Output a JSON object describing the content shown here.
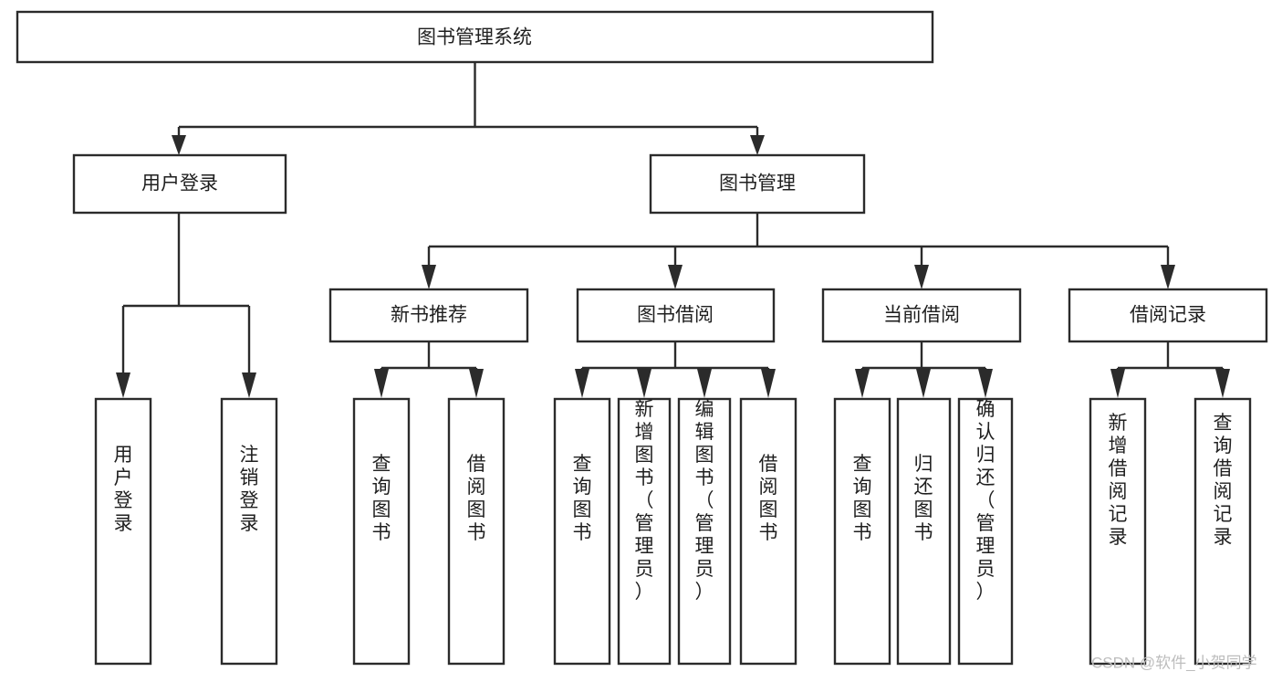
{
  "diagram": {
    "type": "tree-hierarchy",
    "title": "图书管理系统",
    "watermark": "CSDN @软件_小贺同学",
    "colors": {
      "box_stroke": "#2b2b2b",
      "box_fill": "#ffffff",
      "connector": "#2b2b2b",
      "text": "#1f1f1f",
      "background": "#ffffff",
      "watermark": "#bdbdbd"
    },
    "levels": {
      "root": {
        "label": "图书管理系统"
      },
      "level2": [
        {
          "id": "user-login",
          "label": "用户登录"
        },
        {
          "id": "book-manage",
          "label": "图书管理"
        }
      ],
      "level3": [
        {
          "id": "new-book-recommend",
          "label": "新书推荐"
        },
        {
          "id": "book-borrow",
          "label": "图书借阅"
        },
        {
          "id": "current-borrow",
          "label": "当前借阅"
        },
        {
          "id": "borrow-record",
          "label": "借阅记录"
        }
      ],
      "leaves": {
        "user-login": [
          {
            "id": "leaf-user-login",
            "label": "用户登录"
          },
          {
            "id": "leaf-user-logout",
            "label": "注销登录"
          }
        ],
        "new-book-recommend": [
          {
            "id": "leaf-query-book-1",
            "label": "查询图书"
          },
          {
            "id": "leaf-borrow-book-1",
            "label": "借阅图书"
          }
        ],
        "book-borrow": [
          {
            "id": "leaf-query-book-2",
            "label": "查询图书"
          },
          {
            "id": "leaf-add-book",
            "label": "新增图书（管理员）"
          },
          {
            "id": "leaf-edit-book",
            "label": "编辑图书（管理员）"
          },
          {
            "id": "leaf-borrow-book-2",
            "label": "借阅图书"
          }
        ],
        "current-borrow": [
          {
            "id": "leaf-query-book-3",
            "label": "查询图书"
          },
          {
            "id": "leaf-return-book",
            "label": "归还图书"
          },
          {
            "id": "leaf-confirm-return",
            "label": "确认归还（管理员）"
          }
        ],
        "borrow-record": [
          {
            "id": "leaf-add-record",
            "label": "新增借阅记录"
          },
          {
            "id": "leaf-query-record",
            "label": "查询借阅记录"
          }
        ]
      }
    }
  }
}
